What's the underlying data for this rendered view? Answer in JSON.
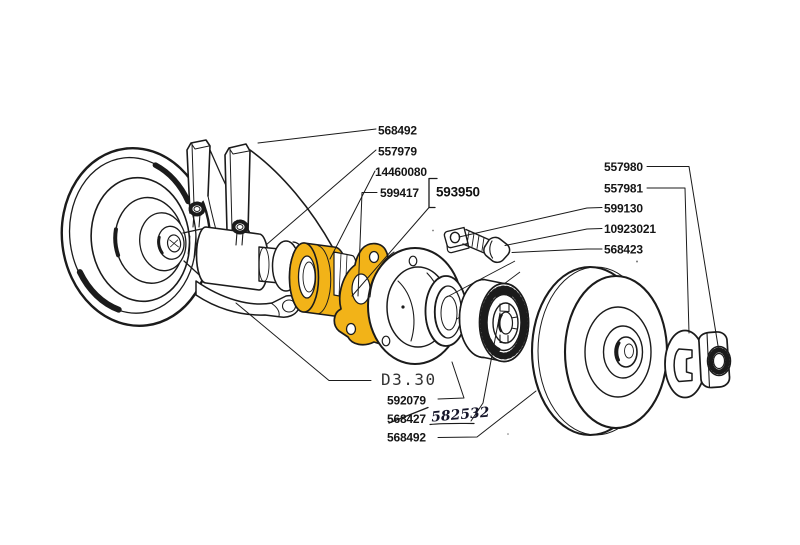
{
  "colors": {
    "background": "#ffffff",
    "line": "#1b1b1b",
    "highlight": "#f2b318"
  },
  "callouts": {
    "top": [
      "568492",
      "557979",
      "14460080",
      "599417"
    ],
    "assembly_group": "593950",
    "right": [
      "557980",
      "557981",
      "599130",
      "10923021",
      "568423"
    ],
    "bottom": [
      "592079",
      "568427",
      "568492"
    ],
    "handwritten_revision": "582532",
    "drawing_ref": "D3.30"
  }
}
